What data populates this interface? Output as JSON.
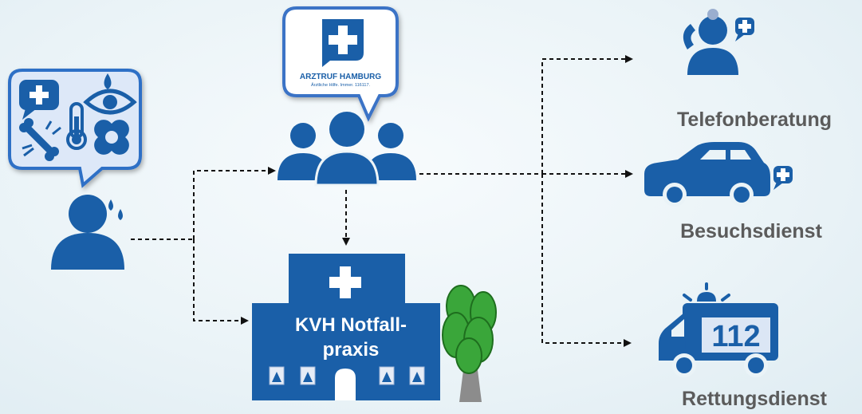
{
  "logo": {
    "title": "ARZTRUF HAMBURG",
    "subtitle": "Ärztliche Hilfe. Immer. 116117."
  },
  "center": {
    "building_label_line1": "KVH Notfall-",
    "building_label_line2": "praxis"
  },
  "services": {
    "telefon": "Telefonberatung",
    "besuch": "Besuchsdienst",
    "rettung": "Rettungsdienst",
    "rettung_number": "112"
  },
  "colors": {
    "primary": "#1a5fa8",
    "label_gray": "#5b5b5b",
    "tree_green": "#3aa63a",
    "trunk_gray": "#8c8c8c"
  }
}
